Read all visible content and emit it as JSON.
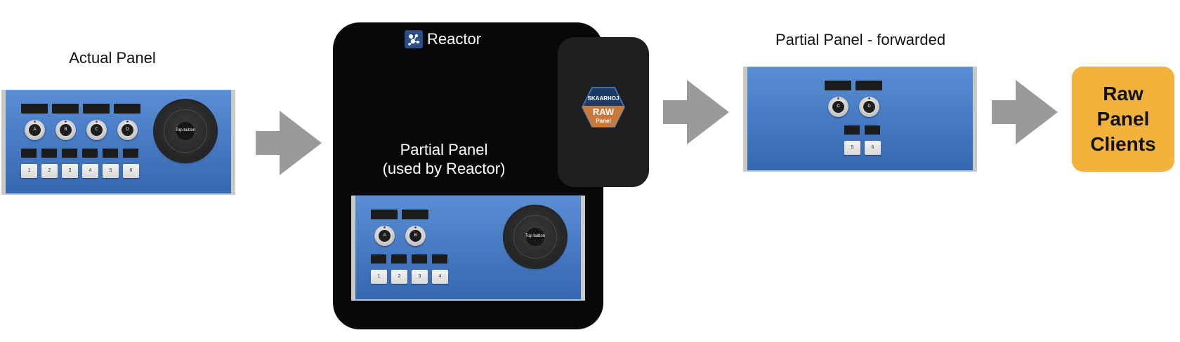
{
  "captions": {
    "actual_panel": "Actual Panel",
    "partial_line1": "Partial Panel",
    "partial_line2": "(used by Reactor)",
    "forwarded": "Partial Panel - forwarded"
  },
  "reactor": {
    "name": "Reactor"
  },
  "raw_badge": {
    "brand": "SKAARHOJ",
    "raw": "RAW",
    "panel": "Panel"
  },
  "clients": {
    "line1": "Raw",
    "line2": "Panel",
    "line3": "Clients"
  },
  "panels": {
    "knob_labels": [
      "A",
      "B",
      "C",
      "D"
    ],
    "button_labels": [
      "1",
      "2",
      "3",
      "4",
      "5",
      "6"
    ],
    "jog_label": "Top button"
  },
  "colors": {
    "panel_blue": "#4a7ec6",
    "reactor_bg": "#080808",
    "raw_box_bg": "#1f1f1f",
    "clients_orange": "#f2b23b",
    "arrow_gray": "#9a9a9a",
    "badge_navy": "#2a4f86",
    "badge_orange": "#c87a3c"
  }
}
